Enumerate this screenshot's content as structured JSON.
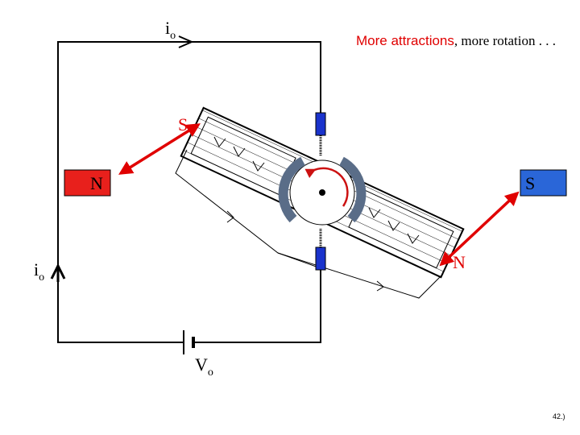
{
  "caption": {
    "highlight": "More attractions",
    "rest": ", more rotation . . ."
  },
  "labels": {
    "current_top": "i",
    "current_top_sub": "o",
    "current_left": "i",
    "current_left_sub": "o",
    "voltage": "V",
    "voltage_sub": "o",
    "stator_left_pole": "N",
    "stator_right_pole": "S",
    "rotor_top_pole": "S",
    "rotor_bottom_pole": "N"
  },
  "slide_number": "42.)",
  "colors": {
    "north_pole": "#e8201c",
    "south_pole": "#2a66d8",
    "brush": "#1a33cc",
    "commutator": "#5a6d88",
    "attraction_arrow": "#e00000",
    "caption_highlight": "#e00000"
  },
  "icons": {
    "rotation_arrow": "curved-arrow-icon",
    "attraction_arrows": "double-headed-arrow-icon"
  }
}
